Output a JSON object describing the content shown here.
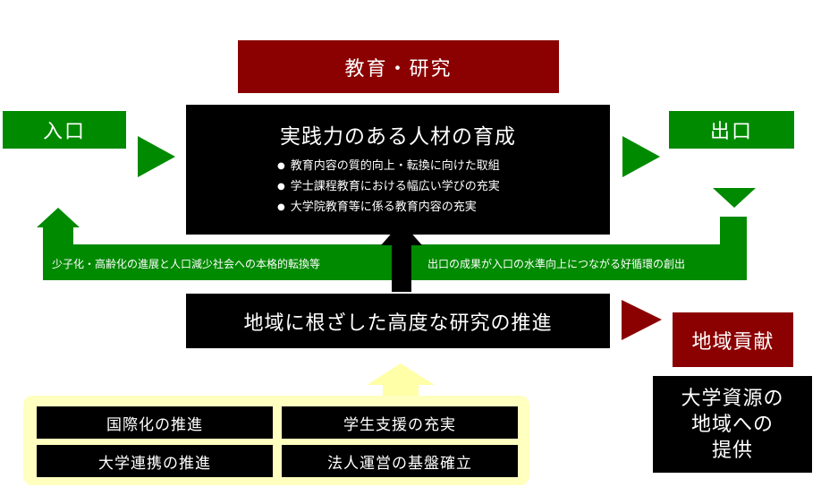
{
  "title_box": {
    "label": "教育・研究"
  },
  "entrance": {
    "label": "入口"
  },
  "exit": {
    "label": "出口"
  },
  "core": {
    "title": "実践力のある人材の育成",
    "bullets": [
      "教育内容の質的向上・転換に向けた取組",
      "学士課程教育における幅広い学びの充実",
      "大学院教育等に係る教育内容の充実"
    ]
  },
  "loop": {
    "left_label": "少子化・高齢化の進展と人口減少社会への本格的転換等",
    "right_label": "出口の成果が入口の水準向上につながる好循環の創出"
  },
  "research": {
    "label": "地域に根ざした高度な研究の推進"
  },
  "contribution": {
    "label": "地域貢献"
  },
  "resources": {
    "lines": [
      "大学資源の",
      "地域への",
      "提供"
    ]
  },
  "foundations": {
    "items": [
      "国際化の推進",
      "学生支援の充実",
      "大学連携の推進",
      "法人運営の基盤確立"
    ]
  },
  "colors": {
    "red": "#8b0000",
    "green": "#008a00",
    "black": "#000000",
    "yellow_bg": "#ffffc0",
    "yellow_arrow": "#ffffa8"
  }
}
